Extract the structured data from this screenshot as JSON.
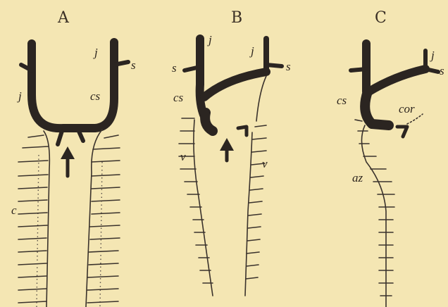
{
  "panels": [
    {
      "letter": "A",
      "labels": {
        "j_left": "j",
        "j_right": "j",
        "s": "s",
        "cs": "cs",
        "c": "c"
      }
    },
    {
      "letter": "B",
      "labels": {
        "j_left": "j",
        "j_right": "j",
        "s_left": "s",
        "s_right": "s",
        "cs": "cs",
        "v_left": "v",
        "v_right": "v"
      }
    },
    {
      "letter": "C",
      "labels": {
        "j": "j",
        "s": "s",
        "cs": "cs",
        "cor": "cor",
        "az": "az"
      }
    }
  ]
}
